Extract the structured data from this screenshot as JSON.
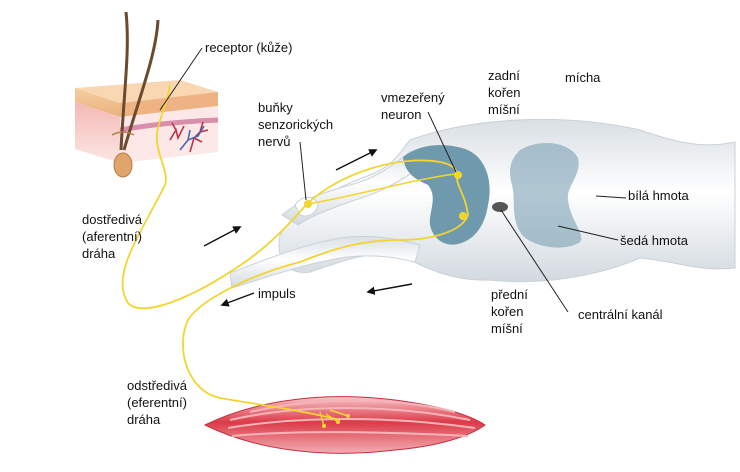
{
  "labels": {
    "receptor": "receptor (kůže)",
    "cells_1": "buňky",
    "cells_2": "senzorických",
    "cells_3": "nervů",
    "interneuron_1": "vmezeřený",
    "interneuron_2": "neuron",
    "dorsal_1": "zadní",
    "dorsal_2": "kořen",
    "dorsal_3": "míšní",
    "spinal_cord": "mícha",
    "white_matter": "bílá hmota",
    "grey_matter": "šedá hmota",
    "afferent_1": "dostředivá",
    "afferent_2": "(aferentní)",
    "afferent_3": "dráha",
    "impulse": "impuls",
    "ventral_1": "přední",
    "ventral_2": "kořen",
    "ventral_3": "míšní",
    "canal": "centrální kanál",
    "efferent_1": "odstředivá",
    "efferent_2": "(eferentní)",
    "efferent_3": "dráha"
  },
  "colors": {
    "nerve_pathway": "#f2d530",
    "grey_matter": "#6f99ad",
    "white_matter": "#e4eaee",
    "muscle": "#d63a46",
    "skin": "#f0b890"
  }
}
